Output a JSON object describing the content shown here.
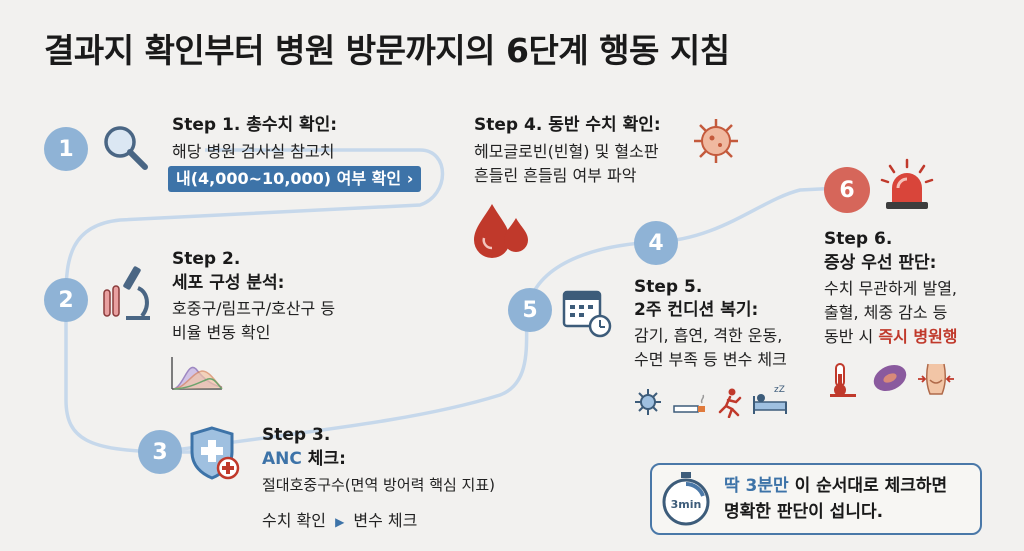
{
  "title": "결과지 확인부터 병원 방문까지의 6단계 행동 지침",
  "steps": [
    {
      "number": "1",
      "head": "Step 1. 총수치 확인:",
      "line1": "해당 병원 검사실 참고치",
      "pill": "내(4,000~10,000) 여부 확인 ›",
      "icon": "magnifier-icon"
    },
    {
      "number": "2",
      "head1": "Step 2.",
      "head2": "세포 구성 분석:",
      "line1": "호중구/림프구/호산구 등",
      "line2": "비율 변동 확인",
      "icon": "microscope-icon"
    },
    {
      "number": "3",
      "head1": "Step 3.",
      "head2a": "ANC",
      "head2b": " 체크:",
      "line1": "절대호중구수(면역 방어력 핵심 지표)",
      "line2a": "수치 확인",
      "line2b": "변수 체크",
      "icon": "shield-medical-icon"
    },
    {
      "number": "4",
      "head": "Step 4. 동반 수치 확인:",
      "line1": "헤모글로빈(빈혈) 및 혈소판",
      "line2": "흔들린 흔들림 여부 파악",
      "icon": "virus-icon"
    },
    {
      "number": "5",
      "head1": "Step 5.",
      "head2": "2주 컨디션 복기:",
      "line1": "감기, 흡연, 격한 운동,",
      "line2": "수면 부족 등 변수 체크",
      "icon": "calendar-clock-icon"
    },
    {
      "number": "6",
      "head1": "Step 6.",
      "head2": "증상 우선 판단:",
      "line1": "수치 무관하게 발열,",
      "line2": "출혈, 체중 감소 등",
      "line3a": "동반 시 ",
      "line3b": "즉시 병원행",
      "icon": "siren-icon"
    }
  ],
  "note": {
    "line1a": "딱 3분만",
    "line1b": " 이 순서대로 체크하면",
    "line2": "명확한 판단이 섭니다.",
    "timer_label": "3min"
  },
  "colors": {
    "blue": "#8fb3d6",
    "accent": "#3d73a8",
    "red": "#d6665a",
    "path": "#c9d9ea"
  }
}
